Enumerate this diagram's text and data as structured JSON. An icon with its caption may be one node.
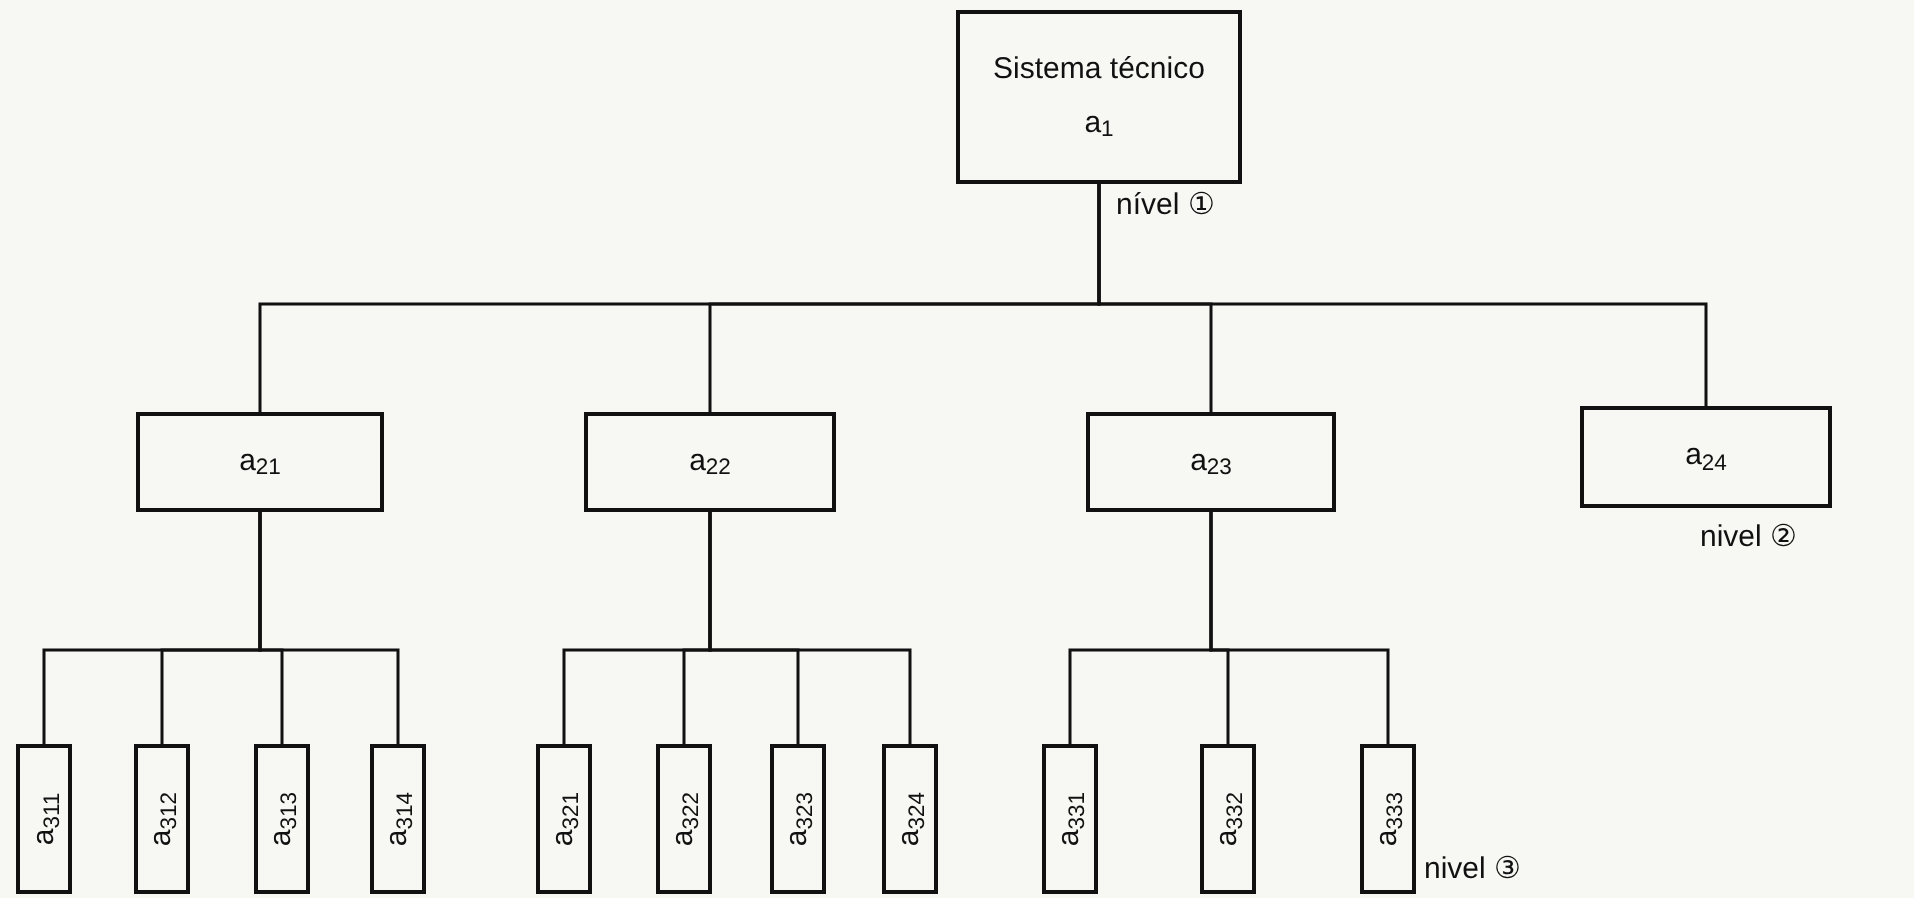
{
  "diagram": {
    "nodes": [
      {
        "text": [
          "Sistema técnico",
          "a$_{1}$"
        ],
        "beside": [
          "nível ①"
        ]
      },
      {
        "text": [
          "a$_{21}$"
        ]
      },
      {
        "text": [
          "a$_{22}$"
        ]
      },
      {
        "text": [
          "a$_{23}$"
        ]
      },
      {
        "text": [
          "a$_{24}$"
        ],
        "beside": [
          "nivel ②"
        ]
      },
      {
        "text": [
          "a$_{311}$"
        ]
      },
      {
        "text": [
          "a$_{312}$"
        ]
      },
      {
        "text": [
          "a$_{313}$"
        ]
      },
      {
        "text": [
          "a$_{314}$"
        ]
      },
      {
        "text": [
          "a$_{321}$"
        ]
      },
      {
        "text": [
          "a$_{322}$"
        ]
      },
      {
        "text": [
          "a$_{323}$"
        ]
      },
      {
        "text": [
          "a$_{324}$"
        ]
      },
      {
        "text": [
          "a$_{331}$"
        ]
      },
      {
        "text": [
          "a$_{332}$"
        ]
      },
      {
        "text": [
          "a$_{333}$"
        ],
        "beside": [
          "nivel ③"
        ]
      }
    ],
    "edges": [
      {
        "from": 0,
        "to": 1,
        "arrow": "none"
      },
      {
        "from": 0,
        "to": 2,
        "arrow": "none"
      },
      {
        "from": 0,
        "to": 3,
        "arrow": "none"
      },
      {
        "from": 0,
        "to": 4,
        "arrow": "none"
      },
      {
        "from": 1,
        "to": 5,
        "arrow": "none"
      },
      {
        "from": 1,
        "to": 6,
        "arrow": "none"
      },
      {
        "from": 1,
        "to": 7,
        "arrow": "none"
      },
      {
        "from": 1,
        "to": 8,
        "arrow": "none"
      },
      {
        "from": 2,
        "to": 9,
        "arrow": "none"
      },
      {
        "from": 2,
        "to": 10,
        "arrow": "none"
      },
      {
        "from": 2,
        "to": 11,
        "arrow": "none"
      },
      {
        "from": 2,
        "to": 12,
        "arrow": "none"
      },
      {
        "from": 3,
        "to": 13,
        "arrow": "none"
      },
      {
        "from": 3,
        "to": 14,
        "arrow": "none"
      },
      {
        "from": 3,
        "to": 15,
        "arrow": "none"
      }
    ]
  }
}
